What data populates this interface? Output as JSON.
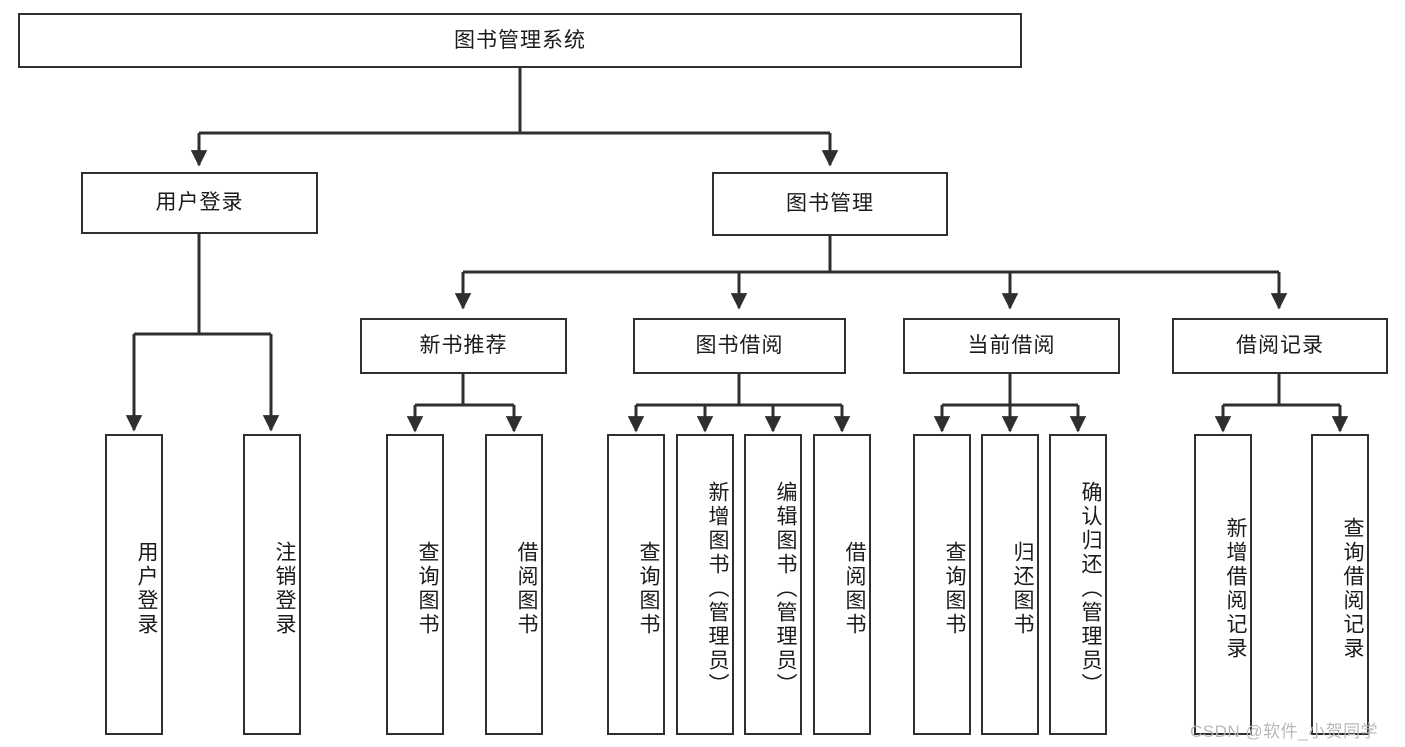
{
  "diagram": {
    "type": "tree",
    "title": "图书管理系统",
    "style": {
      "border_color": "#2f2f2f",
      "fill_color": "#ffffff",
      "line_color": "#2f2f2f",
      "text_color": "#1b1b1b",
      "background": "#ffffff"
    },
    "levels": {
      "root": {
        "label": "图书管理系统"
      },
      "level2": [
        {
          "label": "用户登录"
        },
        {
          "label": "图书管理"
        }
      ],
      "level3": [
        {
          "label": "新书推荐"
        },
        {
          "label": "图书借阅"
        },
        {
          "label": "当前借阅"
        },
        {
          "label": "借阅记录"
        }
      ]
    },
    "leaves": {
      "user_login": [
        {
          "label": "用户登录"
        },
        {
          "label": "注销登录"
        }
      ],
      "new_book_recommend": [
        {
          "label": "查询图书"
        },
        {
          "label": "借阅图书"
        }
      ],
      "book_borrow": [
        {
          "label": "查询图书"
        },
        {
          "label": "新增图书（管理员）"
        },
        {
          "label": "编辑图书（管理员）"
        },
        {
          "label": "借阅图书"
        }
      ],
      "current_borrow": [
        {
          "label": "查询图书"
        },
        {
          "label": "归还图书"
        },
        {
          "label": "确认归还（管理员）"
        }
      ],
      "borrow_record": [
        {
          "label": "新增借阅记录"
        },
        {
          "label": "查询借阅记录"
        }
      ]
    }
  },
  "watermark": {
    "text": "CSDN @软件_小贺同学"
  }
}
